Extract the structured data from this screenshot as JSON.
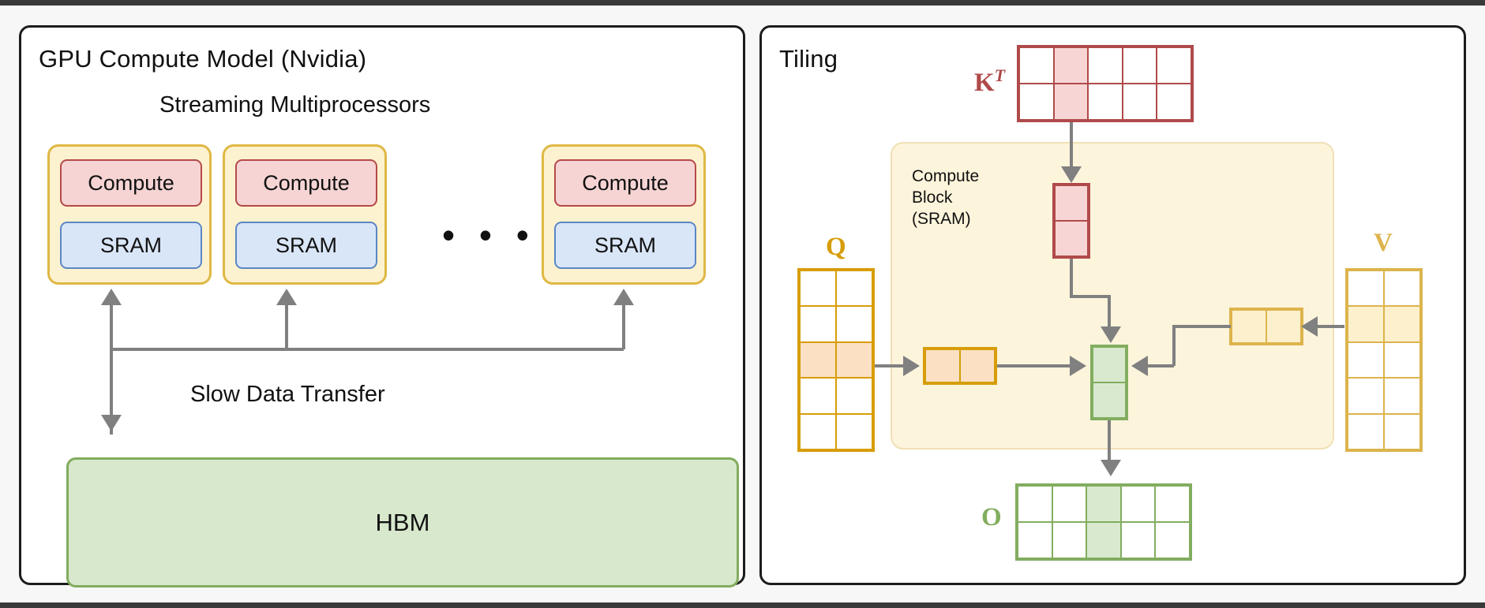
{
  "figure": {
    "panels": [
      {
        "id": "gpu-compute-model",
        "title": "GPU Compute Model (Nvidia)",
        "section_heading": "Streaming Multiprocessors",
        "sm_blocks": [
          {
            "compute_label": "Compute",
            "sram_label": "SRAM"
          },
          {
            "compute_label": "Compute",
            "sram_label": "SRAM"
          },
          {
            "compute_label": "Compute",
            "sram_label": "SRAM"
          }
        ],
        "ellipsis": "• • •",
        "transfer_label": "Slow Data Transfer",
        "memory_label": "HBM"
      },
      {
        "id": "tiling",
        "title": "Tiling",
        "compute_block_label_lines": [
          "Compute",
          "Block",
          "(SRAM)"
        ],
        "matrices": [
          {
            "name": "K-transpose",
            "label": "K",
            "superscript": "T",
            "rows": 2,
            "cols": 5,
            "highlight": {
              "type": "column",
              "index": 2
            },
            "color": "#b04a4a"
          },
          {
            "name": "Q",
            "label": "Q",
            "superscript": "",
            "rows": 5,
            "cols": 2,
            "highlight": {
              "type": "row",
              "index": 3
            },
            "color": "#d79d09"
          },
          {
            "name": "V",
            "label": "V",
            "superscript": "",
            "rows": 5,
            "cols": 2,
            "highlight": {
              "type": "row",
              "index": 2
            },
            "color": "#ddb44c"
          },
          {
            "name": "O",
            "label": "O",
            "superscript": "",
            "rows": 2,
            "cols": 5,
            "highlight": {
              "type": "column",
              "index": 3
            },
            "color": "#82ad5f"
          }
        ],
        "tiles": [
          {
            "name": "k-tile",
            "rows": 2,
            "cols": 1,
            "color": "#b04a4a"
          },
          {
            "name": "q-tile",
            "rows": 1,
            "cols": 2,
            "color": "#d79d09"
          },
          {
            "name": "v-tile",
            "rows": 1,
            "cols": 2,
            "color": "#ddb44c"
          },
          {
            "name": "o-tile",
            "rows": 2,
            "cols": 1,
            "color": "#82ad5f"
          }
        ]
      }
    ],
    "colors": {
      "sm_fill": "#fdf2cf",
      "sm_border": "#dfb844",
      "compute_fill": "#f6d4d4",
      "compute_border": "#b44a4a",
      "sram_fill": "#d9e6f8",
      "sram_border": "#5b86c4",
      "hbm_fill": "#d8e8cd",
      "hbm_border": "#81ac5d",
      "arrow": "#808080",
      "compute_block_fill": "#fdf4dc",
      "panel_border": "#1c1c1c",
      "page_background": "#f7f7f7"
    }
  }
}
